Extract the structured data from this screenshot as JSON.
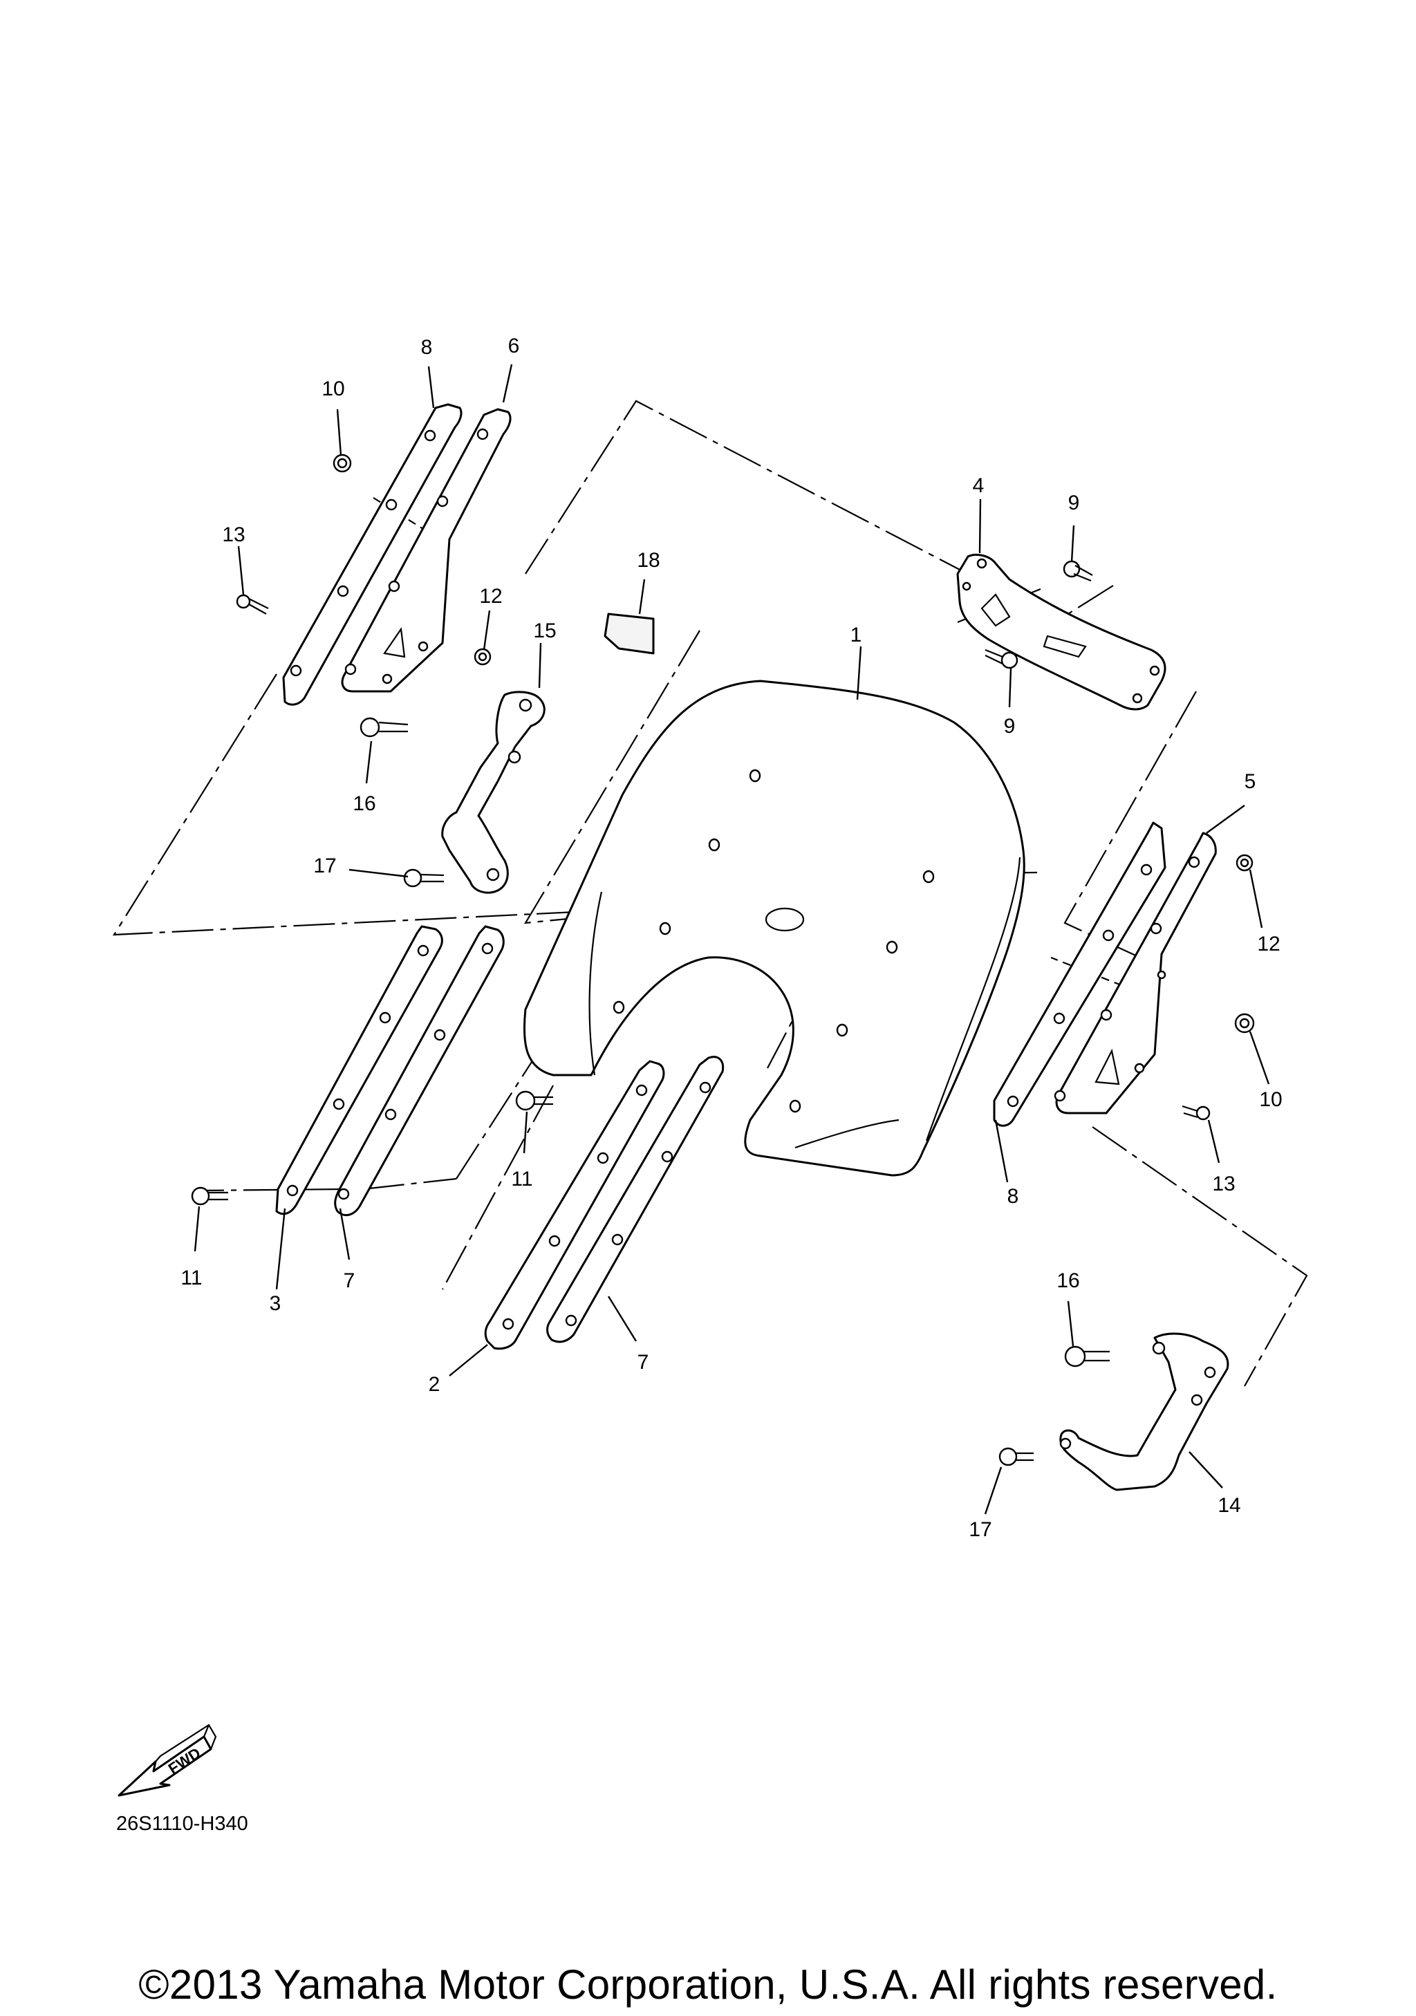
{
  "callouts": [
    {
      "id": "c1",
      "text": "1"
    },
    {
      "id": "c2",
      "text": "2"
    },
    {
      "id": "c3",
      "text": "3"
    },
    {
      "id": "c4",
      "text": "4"
    },
    {
      "id": "c5",
      "text": "5"
    },
    {
      "id": "c6",
      "text": "6"
    },
    {
      "id": "c7a",
      "text": "7"
    },
    {
      "id": "c7b",
      "text": "7"
    },
    {
      "id": "c8a",
      "text": "8"
    },
    {
      "id": "c8b",
      "text": "8"
    },
    {
      "id": "c9a",
      "text": "9"
    },
    {
      "id": "c9b",
      "text": "9"
    },
    {
      "id": "c10a",
      "text": "10"
    },
    {
      "id": "c10b",
      "text": "10"
    },
    {
      "id": "c11a",
      "text": "11"
    },
    {
      "id": "c11b",
      "text": "11"
    },
    {
      "id": "c12a",
      "text": "12"
    },
    {
      "id": "c12b",
      "text": "12"
    },
    {
      "id": "c13a",
      "text": "13"
    },
    {
      "id": "c13b",
      "text": "13"
    },
    {
      "id": "c14",
      "text": "14"
    },
    {
      "id": "c15",
      "text": "15"
    },
    {
      "id": "c16a",
      "text": "16"
    },
    {
      "id": "c16b",
      "text": "16"
    },
    {
      "id": "c17a",
      "text": "17"
    },
    {
      "id": "c17b",
      "text": "17"
    },
    {
      "id": "c18",
      "text": "18"
    }
  ],
  "fwd_label": "FWD",
  "diagram_code": "26S1110-H340",
  "copyright": "©2013 Yamaha Motor Corporation, U.S.A. All rights reserved."
}
